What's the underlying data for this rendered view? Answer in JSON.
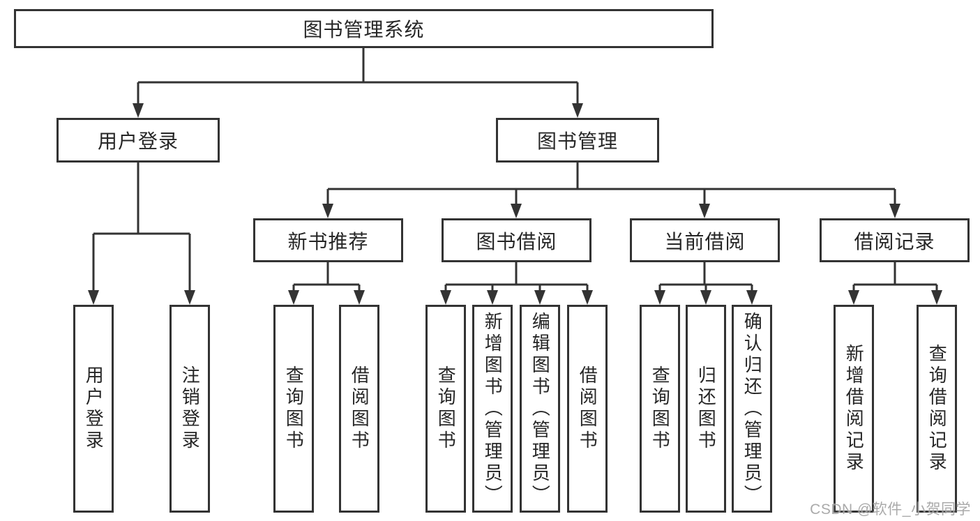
{
  "diagram": {
    "root": "图书管理系统",
    "branches": [
      {
        "label": "用户登录",
        "children": [
          "用户登录",
          "注销登录"
        ]
      },
      {
        "label": "图书管理",
        "children": [
          {
            "label": "新书推荐",
            "children": [
              "查询图书",
              "借阅图书"
            ]
          },
          {
            "label": "图书借阅",
            "children": [
              "查询图书",
              "新增图书（管理员）",
              "编辑图书（管理员）",
              "借阅图书"
            ]
          },
          {
            "label": "当前借阅",
            "children": [
              "查询图书",
              "归还图书",
              "确认归还（管理员）"
            ]
          },
          {
            "label": "借阅记录",
            "children": [
              "新增借阅记录",
              "查询借阅记录"
            ]
          }
        ]
      }
    ]
  },
  "watermark": "CSDN @软件_小贺同学",
  "colors": {
    "line": "#333333",
    "border": "#333333",
    "text": "#262626",
    "background": "#ffffff",
    "watermark": "#9e9e9e"
  }
}
